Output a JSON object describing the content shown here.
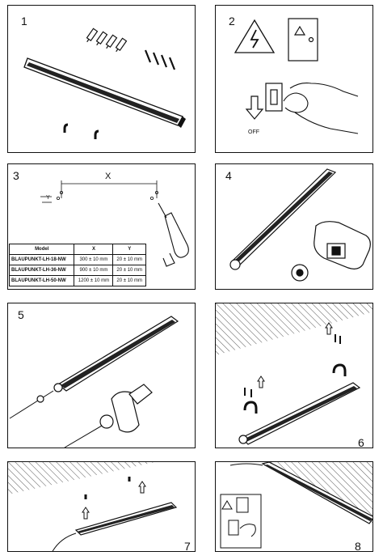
{
  "steps": [
    {
      "number": "1"
    },
    {
      "number": "2"
    },
    {
      "number": "3"
    },
    {
      "number": "4"
    },
    {
      "number": "5"
    },
    {
      "number": "6"
    },
    {
      "number": "7"
    },
    {
      "number": "8"
    }
  ],
  "step3": {
    "dimension_x_label": "X",
    "dimension_y_label": "Y",
    "table": {
      "headers": [
        "Model",
        "X",
        "Y"
      ],
      "rows": [
        {
          "model": "BLAUPUNKT-LH-18-NW",
          "x": "300 ± 10 mm",
          "y": "20 ± 10 mm"
        },
        {
          "model": "BLAUPUNKT-LH-36-NW",
          "x": "900 ± 10 mm",
          "y": "20 ± 10 mm"
        },
        {
          "model": "BLAUPUNKT-LH-50-NW",
          "x": "1200 ± 10 mm",
          "y": "20 ± 10 mm"
        }
      ]
    }
  },
  "icons": {
    "warning": "high-voltage-warning-icon",
    "off_label": "OFF"
  }
}
